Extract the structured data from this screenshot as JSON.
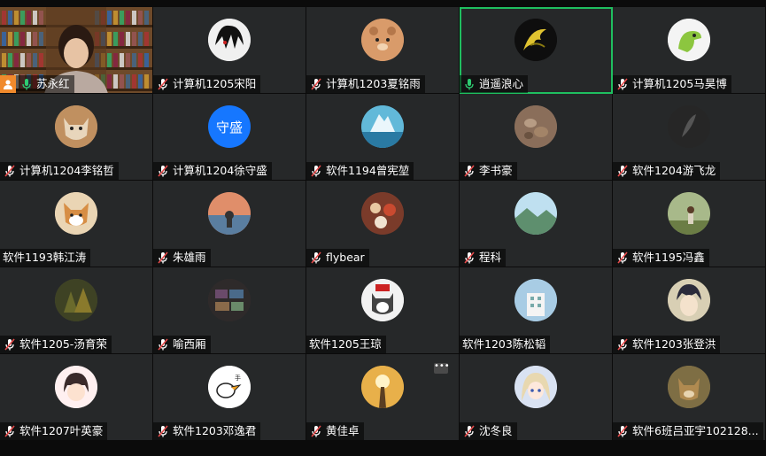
{
  "participants": [
    {
      "name": "苏永红",
      "mic": "on",
      "host": true,
      "video": true
    },
    {
      "name": "计算机1205宋阳",
      "mic": "muted",
      "avatar": "anime-dark-icon",
      "bg": "#e8e8e8"
    },
    {
      "name": "计算机1203夏铭雨",
      "mic": "muted",
      "avatar": "bear-icon",
      "bg": "#d79a6b"
    },
    {
      "name": "逍遥浪心",
      "mic": "on",
      "avatar": "dragon-icon",
      "bg": "#0f0f0f",
      "active": true
    },
    {
      "name": "计算机1205马昊博",
      "mic": "muted",
      "avatar": "green-dino-icon",
      "bg": "#f2f2f2"
    },
    {
      "name": "计算机1204李铭哲",
      "mic": "muted",
      "avatar": "cat-icon",
      "bg": "#c89a6a"
    },
    {
      "name": "计算机1204徐守盛",
      "mic": "muted",
      "avatar_text": "守盛",
      "bg": "#1677ff"
    },
    {
      "name": "软件1194曾宪堃",
      "mic": "muted",
      "avatar": "iceberg-icon",
      "bg": "#4aa6c8"
    },
    {
      "name": "李书豪",
      "mic": "muted",
      "avatar": "stones-icon",
      "bg": "#8a6e5a"
    },
    {
      "name": "软件1204游飞龙",
      "mic": "muted",
      "avatar": "dark-feather-icon",
      "bg": "#2a2a2a"
    },
    {
      "name": "软件1193韩江涛",
      "mic": "none",
      "avatar": "shiba-icon",
      "bg": "#e9d2b0"
    },
    {
      "name": "朱雄雨",
      "mic": "muted",
      "avatar": "sunset-person-icon",
      "bg": "#c77b6a"
    },
    {
      "name": "flybear",
      "mic": "muted",
      "avatar": "food-icon",
      "bg": "#7a3b2a"
    },
    {
      "name": "程科",
      "mic": "muted",
      "avatar": "landscape-icon",
      "bg": "#7fb4a8"
    },
    {
      "name": "软件1195冯鑫",
      "mic": "muted",
      "avatar": "outdoor-person-icon",
      "bg": "#7e8f5c"
    },
    {
      "name": "软件1205-汤育荣",
      "mic": "muted",
      "avatar": "forest-icon",
      "bg": "#4a4d2c"
    },
    {
      "name": "喻西厢",
      "mic": "muted",
      "avatar": "collage-icon",
      "bg": "#3a3030"
    },
    {
      "name": "软件1205王琼",
      "mic": "none",
      "avatar": "cat-hat-icon",
      "bg": "#f0f0f0"
    },
    {
      "name": "软件1203陈松韬",
      "mic": "none",
      "avatar": "building-icon",
      "bg": "#9cc0d8"
    },
    {
      "name": "软件1203张登洪",
      "mic": "muted",
      "avatar": "anime-boy-icon",
      "bg": "#d0c4a8"
    },
    {
      "name": "软件1207叶英豪",
      "mic": "muted",
      "avatar": "cartoon-girl-icon",
      "bg": "#ffe6e6"
    },
    {
      "name": "软件1203邓逸君",
      "mic": "muted",
      "avatar": "sketch-duck-icon",
      "bg": "#ffffff"
    },
    {
      "name": "黄佳卓",
      "mic": "muted",
      "avatar": "sunlight-icon",
      "bg": "#e8b04a",
      "more": true
    },
    {
      "name": "沈冬良",
      "mic": "muted",
      "avatar": "anime-girl-icon",
      "bg": "#cfd8ea"
    },
    {
      "name": "软件6班吕亚宇102128...",
      "mic": "muted",
      "avatar": "dog-icon",
      "bg": "#8e7a4e"
    }
  ],
  "more_label": "•••",
  "colors": {
    "tile": "#262829",
    "active_border": "#1fbf5f",
    "host_badge": "#f08a2c",
    "mic_on": "#2ecc71",
    "mic_muted": "#e64a4a"
  }
}
